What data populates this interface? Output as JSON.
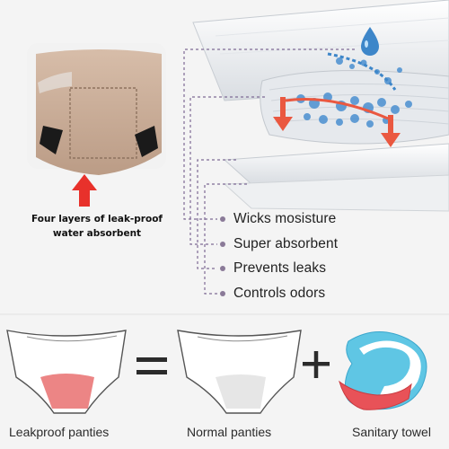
{
  "caption": {
    "line1": "Four layers of leak-proof",
    "line2": "water absorbent"
  },
  "features": [
    {
      "label": "Wicks mosisture"
    },
    {
      "label": "Super absorbent"
    },
    {
      "label": "Prevents leaks"
    },
    {
      "label": "Controls odors"
    }
  ],
  "bottom": {
    "leakproof_label": "Leakproof panties",
    "equals_symbol": "=",
    "normal_label": "Normal panties",
    "plus_symbol": "+",
    "towel_label": "Sanitary towel"
  },
  "colors": {
    "fabric": "#c8ab97",
    "arrow": "#e8312b",
    "guide_line": "#7e6a95",
    "pad_red": "#e8727a",
    "pad_blue": "#5fc6e4",
    "water_blue": "#3d86c9"
  },
  "icons": [
    "up-arrow-icon",
    "water-drop-icon",
    "down-arrow-icon",
    "equals-icon",
    "plus-icon"
  ]
}
